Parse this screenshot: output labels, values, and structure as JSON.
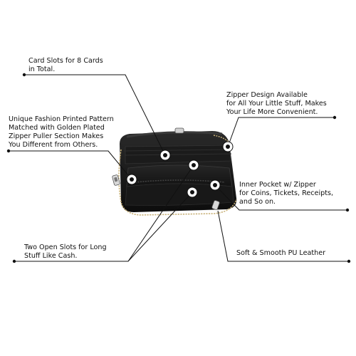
{
  "callouts": [
    {
      "id": "card-slots",
      "lines": [
        "Card Slots for 8 Cards",
        "in Total."
      ]
    },
    {
      "id": "zipper-design",
      "lines": [
        "Zipper Design Available",
        "for All Your Little Stuff, Makes",
        "Your Life More Convenient."
      ]
    },
    {
      "id": "printed-pattern",
      "lines": [
        "Unique Fashion Printed Pattern",
        "Matched with Golden Plated",
        "Zipper Puller Section Makes",
        "You Different from Others."
      ]
    },
    {
      "id": "inner-pocket",
      "lines": [
        "Inner Pocket w/ Zipper",
        "for Coins, Tickets, Receipts,",
        "and So on."
      ]
    },
    {
      "id": "open-slots",
      "lines": [
        "Two Open Slots for Long",
        "Stuff Like Cash."
      ]
    },
    {
      "id": "pu-leather",
      "lines": [
        "Soft & Smooth PU Leather"
      ]
    }
  ],
  "colors": {
    "wallet": "#151515",
    "wallet_interior": "#1f1f1f",
    "zipper": "#c9b27a",
    "line": "#111111",
    "marker_ring": "#ffffff"
  }
}
